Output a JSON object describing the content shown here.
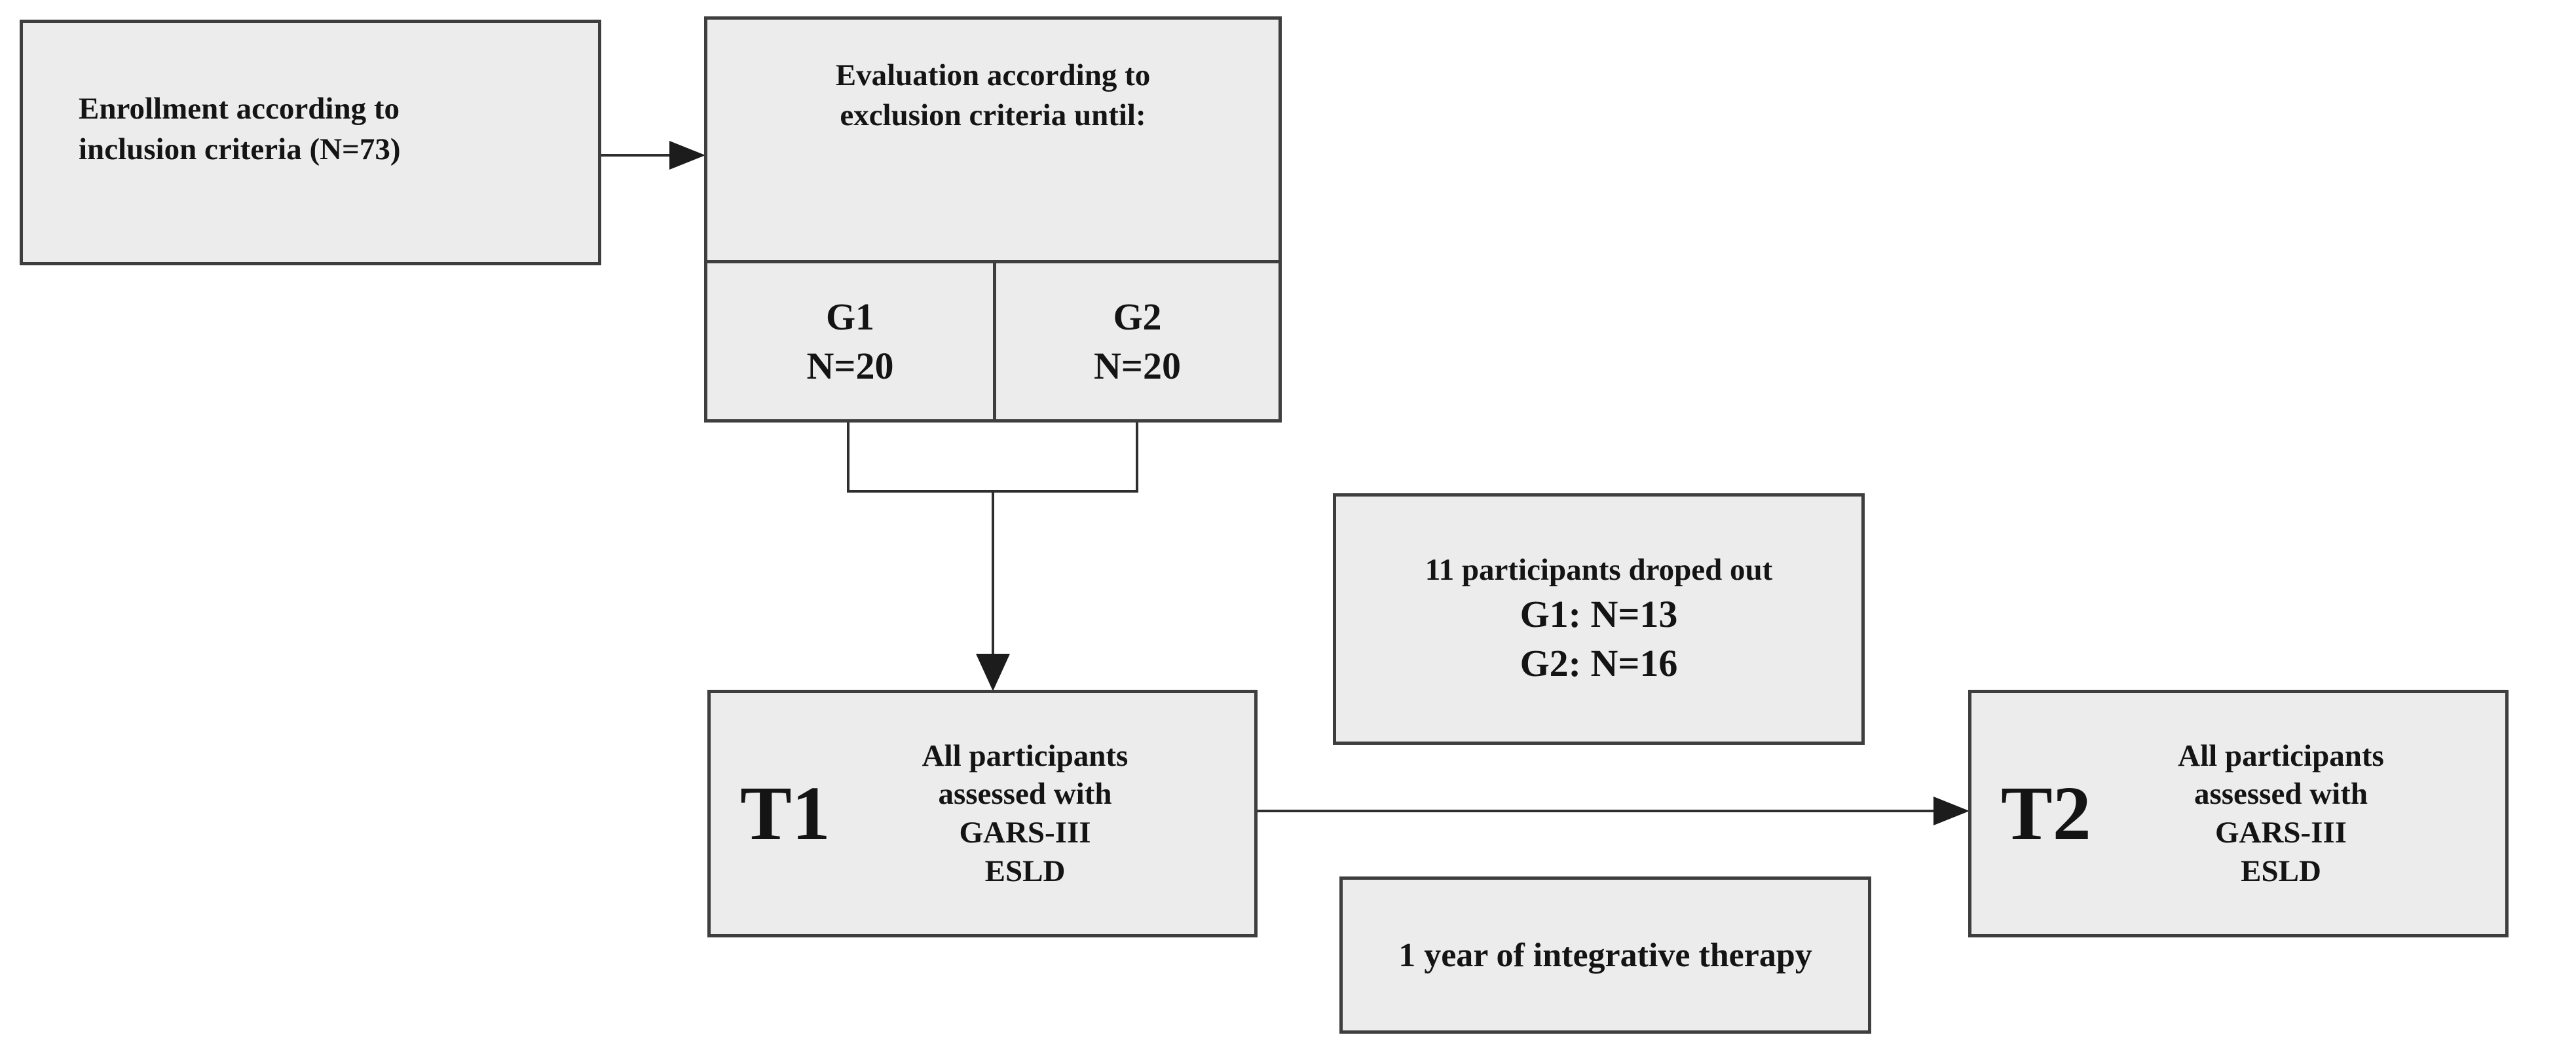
{
  "diagram": {
    "colors": {
      "background": "#ffffff",
      "box_fill": "#ececec",
      "box_border": "#3e3e3e",
      "connector": "#2e2e2e",
      "text": "#141414"
    },
    "enrollment": {
      "line1": "Enrollment according to",
      "line2": "inclusion criteria (N=73)"
    },
    "evaluation": {
      "line1": "Evaluation according to",
      "line2": "exclusion criteria until:",
      "g1": {
        "label": "G1",
        "n": "N=20"
      },
      "g2": {
        "label": "G2",
        "n": "N=20"
      }
    },
    "t1": {
      "label": "T1",
      "lines": [
        "All participants",
        "assessed with",
        "GARS-III",
        "ESLD"
      ]
    },
    "dropout": {
      "line1": "11 participants droped out",
      "g1": "G1: N=13",
      "g2": "G2: N=16"
    },
    "therapy": {
      "text": "1 year of integrative therapy"
    },
    "t2": {
      "label": "T2",
      "lines": [
        "All participants",
        "assessed with",
        "GARS-III",
        "ESLD"
      ]
    }
  }
}
